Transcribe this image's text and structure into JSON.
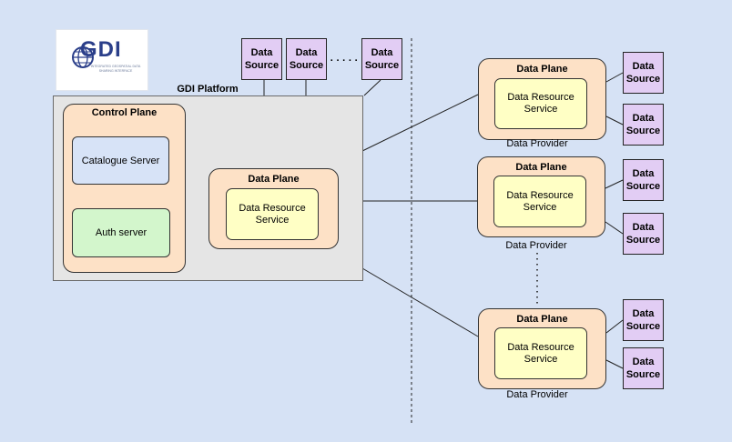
{
  "logo": {
    "wordmark": "GDI",
    "tagline": "INTEGRATED GEOSPATIAL DATA SHARING INTERFACE"
  },
  "platform": {
    "title": "GDI Platform",
    "control_plane": {
      "title": "Control Plane",
      "catalogue": "Catalogue Server",
      "auth": "Auth server"
    },
    "data_plane": {
      "title": "Data Plane",
      "service": "Data Resource\nService"
    }
  },
  "top_sources": {
    "label": "Data\nSource",
    "ellipsis": "· · · · ·"
  },
  "providers": [
    {
      "title": "Data Plane",
      "service": "Data Resource\nService",
      "footer": "Data Provider",
      "source_label": "Data\nSource"
    },
    {
      "title": "Data Plane",
      "service": "Data Resource\nService",
      "footer": "Data Provider",
      "source_label": "Data\nSource"
    },
    {
      "title": "Data Plane",
      "service": "Data Resource\nService",
      "footer": "Data Provider",
      "source_label": "Data\nSource"
    }
  ],
  "colors": {
    "background": "#d6e2f5",
    "platform": "#e5e5e5",
    "plane": "#fde1c6",
    "service": "#ffffc5",
    "catalogue": "#d7e3f7",
    "auth": "#d3f6cc",
    "data_source": "#e2cdf4"
  }
}
